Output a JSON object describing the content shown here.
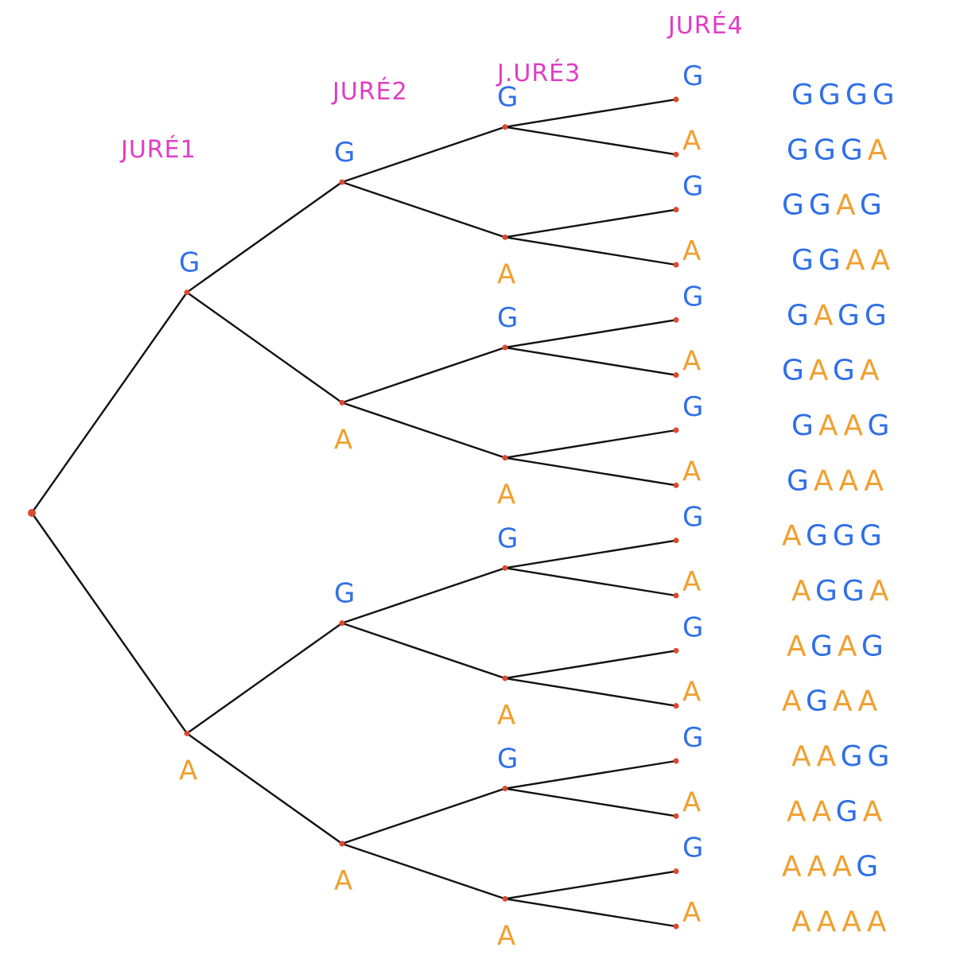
{
  "colors": {
    "G": "#2f6fe8",
    "A": "#f0a030",
    "level_label": "#e03cc4",
    "edge": "#111111",
    "node": "#d94a2f"
  },
  "levels": [
    {
      "label": "JURÉ1"
    },
    {
      "label": "JURÉ2"
    },
    {
      "label": "J.URÉ3"
    },
    {
      "label": "JURÉ4"
    }
  ],
  "branch_symbols": [
    "G",
    "A"
  ],
  "outcomes": [
    "GGGG",
    "GGGA",
    "GGAG",
    "GGAA",
    "GAGG",
    "GAGA",
    "GAAG",
    "GAAA",
    "AGGG",
    "AGGA",
    "AGAG",
    "AGAA",
    "AAGG",
    "AAGA",
    "AAAG",
    "AAAA"
  ]
}
